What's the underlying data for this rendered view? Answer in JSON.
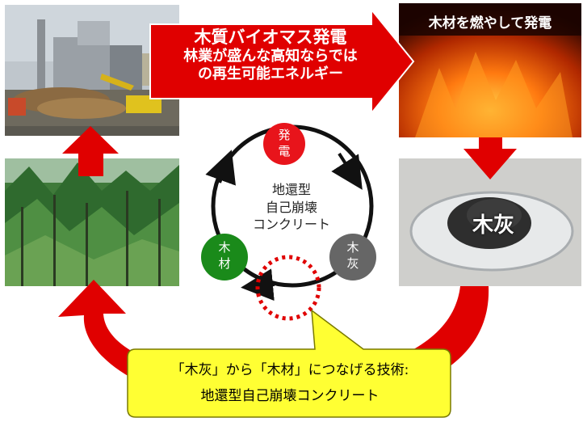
{
  "banner": {
    "title": "木質バイオマス発電",
    "line1": "林業が盛んな高知ならでは",
    "line2": "の再生可能エネルギー"
  },
  "photos": {
    "fire_label": "木材を燃やして発電",
    "ash_label": "木灰"
  },
  "cycle": {
    "node_power": [
      "発",
      "電"
    ],
    "node_wood": [
      "木",
      "材"
    ],
    "node_ash": [
      "木",
      "灰"
    ],
    "center": [
      "地還型",
      "自己崩壊",
      "コンクリート"
    ]
  },
  "callout": {
    "line1": "「木灰」から「木材」につなげる技術:",
    "line2": "地還型自己崩壊コンクリート"
  },
  "colors": {
    "arrow_red": "#e00000",
    "node_power": "#e8141b",
    "node_wood": "#1a8a1a",
    "node_ash": "#666666",
    "callout_fill": "#ffff33"
  }
}
